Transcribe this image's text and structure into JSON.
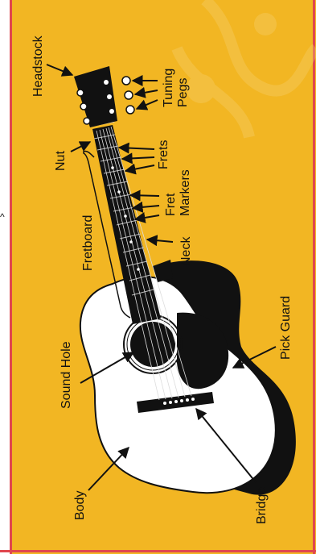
{
  "labels": {
    "headstock": "Headstock",
    "tuning_pegs_1": "Tuning",
    "tuning_pegs_2": "Pegs",
    "nut": "Nut",
    "frets": "Frets",
    "fret_markers_1": "Fret",
    "fret_markers_2": "Markers",
    "fretboard": "Fretboard",
    "neck": "Neck",
    "sound_hole": "Sound Hole",
    "pick_guard": "Pick Guard",
    "body": "Body",
    "bridge": "Bridge"
  },
  "margin_mark": "^",
  "colors": {
    "background": "#f2b623",
    "border": "#e0464e",
    "guitar_body": "#ffffff",
    "outline": "#111111"
  }
}
